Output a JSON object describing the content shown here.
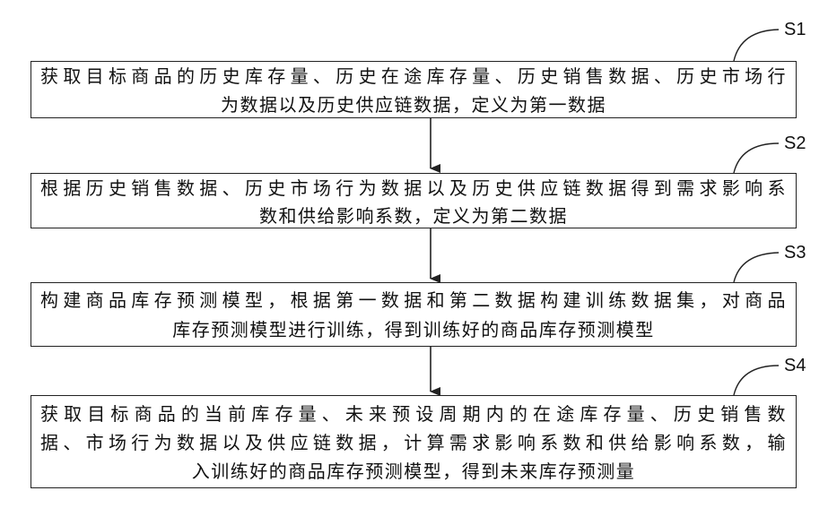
{
  "steps": [
    {
      "label": "S1",
      "lines": [
        "获取目标商品的历史库存量、历史在途库存量、历史销售数据、历史市场行",
        "为数据以及历史供应链数据，定义为第一数据"
      ]
    },
    {
      "label": "S2",
      "lines": [
        "根据历史销售数据、历史市场行为数据以及历史供应链数据得到需求影响系",
        "数和供给影响系数，定义为第二数据"
      ]
    },
    {
      "label": "S3",
      "lines": [
        "构建商品库存预测模型，根据第一数据和第二数据构建训练数据集，对商品",
        "库存预测模型进行训练，得到训练好的商品库存预测模型"
      ]
    },
    {
      "label": "S4",
      "lines": [
        "获取目标商品的当前库存量、未来预设周期内的在途库存量、历史销售数",
        "据、市场行为数据以及供应链数据，计算需求影响系数和供给影响系数，输",
        "入训练好的商品库存预测模型，得到未来库存预测量"
      ]
    }
  ]
}
